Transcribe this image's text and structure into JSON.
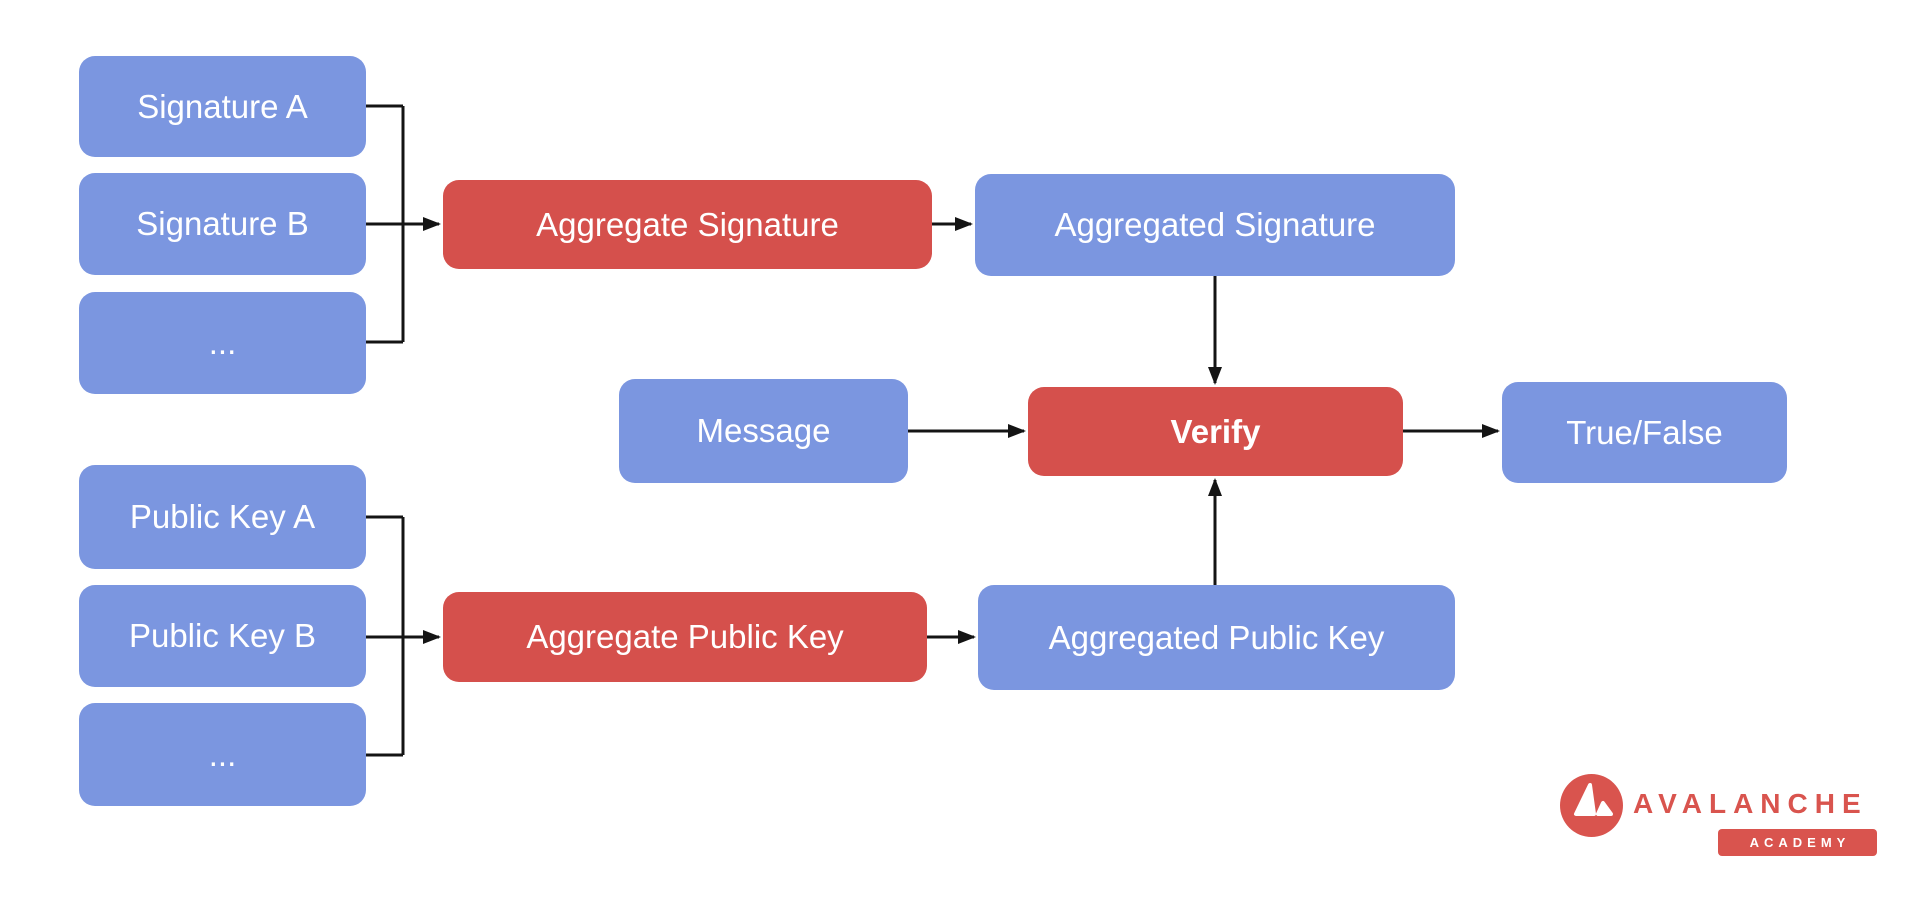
{
  "colors": {
    "node_blue": "#7b96e0",
    "node_red": "#d5504c",
    "node_text": "#ffffff",
    "connector": "#141414",
    "logo_red": "#d9544e",
    "canvas_bg": "#ffffff"
  },
  "nodes": {
    "signature_a": {
      "label": "Signature A"
    },
    "signature_b": {
      "label": "Signature B"
    },
    "signature_more": {
      "label": "..."
    },
    "aggregate_signature": {
      "label": "Aggregate Signature"
    },
    "aggregated_signature": {
      "label": "Aggregated Signature"
    },
    "message": {
      "label": "Message"
    },
    "verify": {
      "label": "Verify"
    },
    "true_false": {
      "label": "True/False"
    },
    "public_key_a": {
      "label": "Public Key A"
    },
    "public_key_b": {
      "label": "Public Key B"
    },
    "public_key_more": {
      "label": "..."
    },
    "aggregate_public_key": {
      "label": "Aggregate Public Key"
    },
    "aggregated_public_key": {
      "label": "Aggregated Public Key"
    }
  },
  "edges": [
    {
      "from": "signature_a",
      "to": "aggregate_signature"
    },
    {
      "from": "signature_b",
      "to": "aggregate_signature"
    },
    {
      "from": "signature_more",
      "to": "aggregate_signature"
    },
    {
      "from": "aggregate_signature",
      "to": "aggregated_signature"
    },
    {
      "from": "aggregated_signature",
      "to": "verify"
    },
    {
      "from": "message",
      "to": "verify"
    },
    {
      "from": "verify",
      "to": "true_false"
    },
    {
      "from": "public_key_a",
      "to": "aggregate_public_key"
    },
    {
      "from": "public_key_b",
      "to": "aggregate_public_key"
    },
    {
      "from": "public_key_more",
      "to": "aggregate_public_key"
    },
    {
      "from": "aggregate_public_key",
      "to": "aggregated_public_key"
    },
    {
      "from": "aggregated_public_key",
      "to": "verify"
    }
  ],
  "logo": {
    "brand": "AVALANCHE",
    "sub": "ACADEMY"
  }
}
